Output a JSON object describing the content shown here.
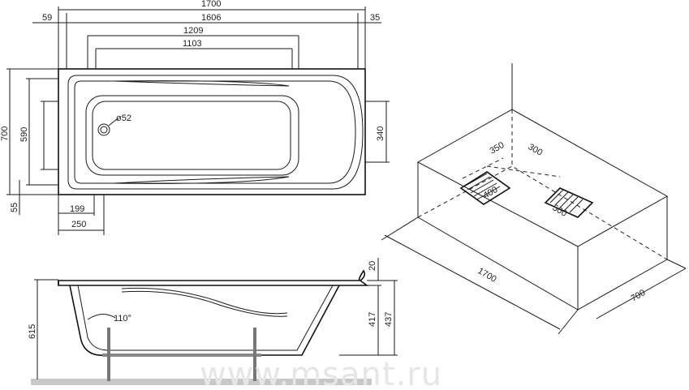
{
  "top_view": {
    "dims": {
      "overall_length": "1700",
      "inner_length": "1606",
      "left_offset": "59",
      "right_offset": "35",
      "mid_length": "1209",
      "short_length": "1103",
      "width": "700",
      "inner_width": "590",
      "bottom_offset": "55",
      "right_height": "340",
      "drain_diameter": "ø52",
      "left_span_1": "199",
      "left_span_2": "250"
    }
  },
  "iso_view": {
    "dims": {
      "a": "350",
      "b": "300",
      "c": "400",
      "d": "500",
      "length": "1700",
      "width": "700"
    }
  },
  "side_view": {
    "dims": {
      "height_total": "615",
      "depth_1": "417",
      "depth_2": "437",
      "rim": "20",
      "angle": "110°"
    }
  },
  "watermark": "www.msant.ru"
}
